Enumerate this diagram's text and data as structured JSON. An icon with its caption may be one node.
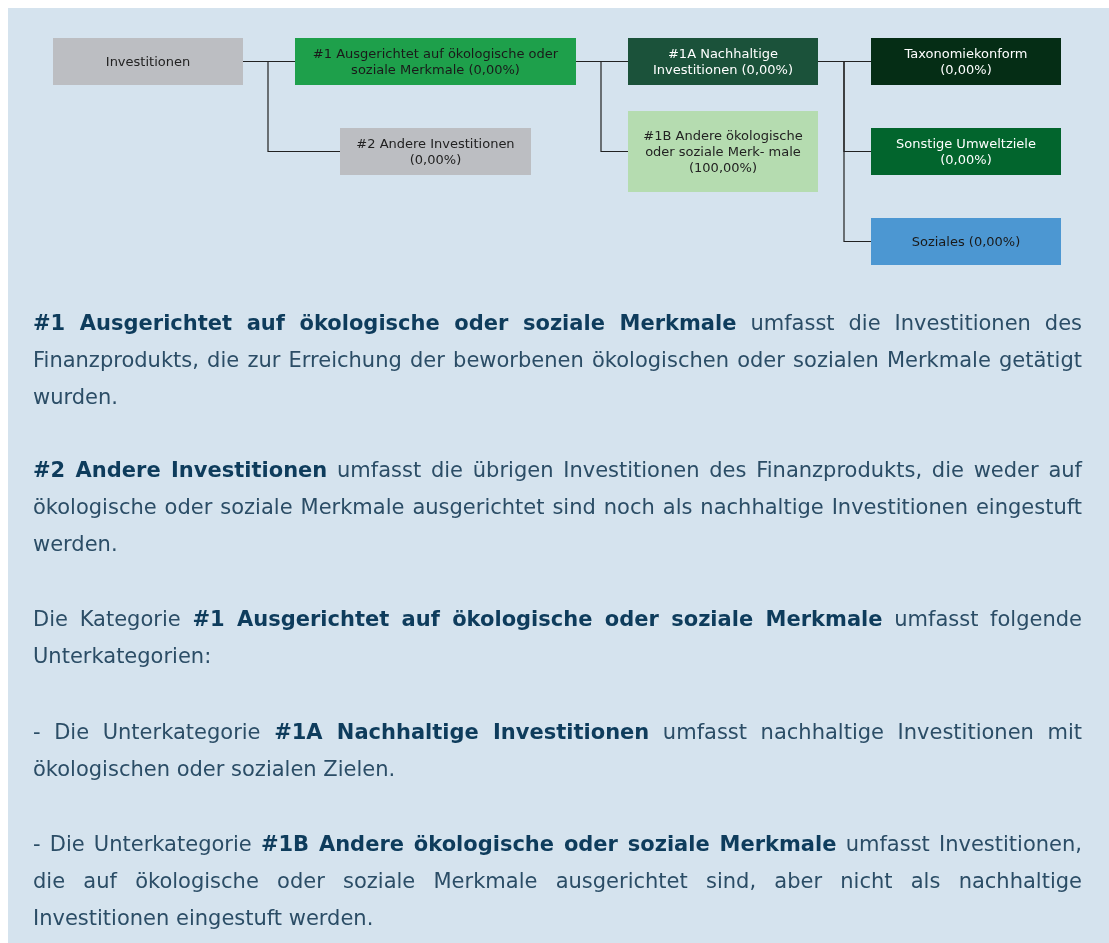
{
  "diagram": {
    "nodes": [
      {
        "text": [
          "Investitionen"
        ]
      },
      {
        "text": [
          "#1 Ausgerichtet auf ökologische oder soziale Merkmale (0,00%)"
        ]
      },
      {
        "text": [
          "#2 Andere Investitionen (0,00%)"
        ]
      },
      {
        "text": [
          "#1A Nachhaltige Investitionen (0,00%)"
        ]
      },
      {
        "text": [
          "#1B Andere ökologische oder soziale Merk- male (100,00%)"
        ]
      },
      {
        "text": [
          "Taxonomiekonform (0,00%)"
        ]
      },
      {
        "text": [
          "Sonstige Umweltziele (0,00%)"
        ]
      },
      {
        "text": [
          "Soziales (0,00%)"
        ]
      }
    ],
    "edges": [
      {
        "from": 0,
        "to": 1,
        "arrow": "none"
      },
      {
        "from": 0,
        "to": 2,
        "arrow": "none"
      },
      {
        "from": 1,
        "to": 3,
        "arrow": "none"
      },
      {
        "from": 1,
        "to": 4,
        "arrow": "none"
      },
      {
        "from": 3,
        "to": 5,
        "arrow": "none"
      },
      {
        "from": 3,
        "to": 6,
        "arrow": "none"
      },
      {
        "from": 3,
        "to": 7,
        "arrow": "none"
      }
    ],
    "labels": [
      "**#1 Ausgerichtet auf ökologische oder soziale Merkmale** umfasst die Investitionen des Finanzprodukts, die zur Erreichung der beworbenen ökologischen oder sozialen Merkmale getätigt wurden.",
      "**#2 Andere Investitionen** umfasst die übrigen Investitionen des Finanzprodukts, die weder auf ökologische oder soziale Merkmale ausgerichtet sind noch als nachhaltige Investitionen eingestuft werden.",
      "Die Kategorie **#1 Ausgerichtet auf ökologische oder soziale Merkmale** umfasst folgende Unterkategorien:",
      "- Die Unterkategorie **#1A Nachhaltige Investitionen** umfasst nachhaltige Investitionen mit ökologischen oder sozialen Zielen.",
      "- Die Unterkategorie **#1B Andere ökologische oder soziale Merkmale** umfasst Investitionen, die auf ökologische oder soziale Merkmale ausgerichtet sind, aber nicht als nachhaltige Investitionen eingestuft werden."
    ]
  }
}
